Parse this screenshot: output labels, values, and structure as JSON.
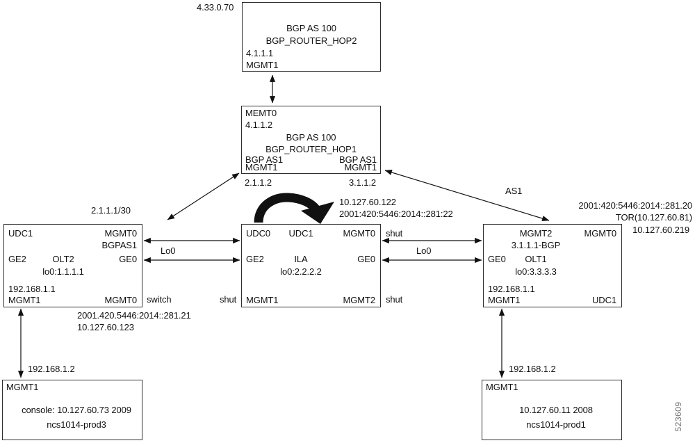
{
  "figure": {
    "id": "523609"
  },
  "nodes": {
    "hop2": {
      "ext_ip": "4.33.0.70",
      "as_label": "BGP AS 100",
      "name": "BGP_ROUTER_HOP2",
      "ip": "4.1.1.1",
      "port_bottom_left": "MGMT1"
    },
    "hop1": {
      "port_top_left": "MEMT0",
      "ip_top": "4.1.1.2",
      "as_label": "BGP AS 100",
      "name": "BGP_ROUTER_HOP1",
      "bgp_left": "BGP AS1",
      "bgp_right": "BGP AS1",
      "port_bottom_left": "MGMT1",
      "port_bottom_right": "MGMT1",
      "ip_bottom_left": "2.1.1.2",
      "ip_bottom_right": "3.1.1.2"
    },
    "olt2": {
      "port_top_left": "UDC1",
      "port_top_right": "MGMT0",
      "port_top_right2": "BGPAS1",
      "port_mid_left": "GE2",
      "name": "OLT2",
      "port_mid_right": "GE0",
      "loopback": "lo0:1.1.1.1",
      "ip_bottom": "192.168.1.1",
      "port_bottom_left": "MGMT1",
      "port_bottom_right": "MGMT0"
    },
    "ila": {
      "port_top_left": "UDC0",
      "port_top_center": "UDC1",
      "port_top_right": "MGMT0",
      "port_mid_left": "GE2",
      "name": "ILA",
      "port_mid_right": "GE0",
      "loopback": "lo0:2.2.2.2",
      "port_bottom_left": "MGMT1",
      "port_bottom_right": "MGMT2"
    },
    "olt1": {
      "port_top_center": "MGMT2",
      "port_top_right": "MGMT0",
      "bgp_ip": "3.1.1.1-BGP",
      "port_mid_left": "GE0",
      "name": "OLT1",
      "loopback": "lo0:3.3.3.3",
      "ip_bottom": "192.168.1.1",
      "port_bottom_left": "MGMT1",
      "port_bottom_right": "UDC1"
    },
    "prod3": {
      "port_top_left": "MGMT1",
      "console": "console: 10.127.60.73 2009",
      "name": "ncs1014-prod3"
    },
    "prod1": {
      "port_top_left": "MGMT1",
      "console": "10.127.60.11 2008",
      "name": "ncs1014-prod1"
    }
  },
  "labels": {
    "subnet_olt2_hop1": "2.1.1.1/30",
    "as1": "AS1",
    "ila_mgmt0_ip": "10.127.60.122",
    "ila_mgmt0_ipv6": "2001:420:5446:2014::281:22",
    "olt1_ipv6": "2001:420:5446:2014::281.20",
    "olt1_tor": "TOR(10.127.60.81)",
    "olt1_mgmt0_ip": "10.127.60.219",
    "lo0_left": "Lo0",
    "lo0_right": "Lo0",
    "shut_ila_mgmt0": "shut",
    "shut_ila_mgmt2": "shut",
    "shut_ila_mgmt1": "shut",
    "switch": "switch",
    "olt2_ipv6": "2001.420.5446:2014::281.21",
    "olt2_mgmt0_ip": "10.127.60.123",
    "mgmt_ip_left": "192.168.1.2",
    "mgmt_ip_right": "192.168.1.2"
  }
}
